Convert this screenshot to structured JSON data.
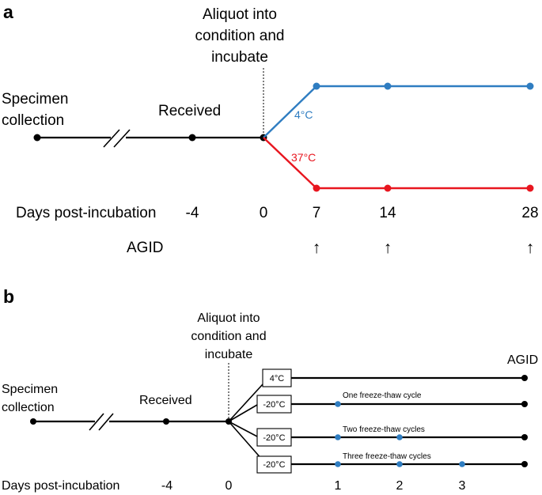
{
  "panel_a": {
    "label": "a",
    "aliquot_line1": "Aliquot into",
    "aliquot_line2": "condition and",
    "aliquot_line3": "incubate",
    "specimen_line1": "Specimen",
    "specimen_line2": "collection",
    "received": "Received",
    "temp_4": "4°C",
    "temp_37": "37°C",
    "axis_label": "Days post-incubation",
    "days": [
      "-4",
      "0",
      "7",
      "14",
      "28"
    ],
    "agid": "AGID",
    "arrow": "↑",
    "colors": {
      "cold": "#2f7dc1",
      "warm": "#e8161f"
    }
  },
  "panel_b": {
    "label": "b",
    "aliquot_line1": "Aliquot into",
    "aliquot_line2": "condition and",
    "aliquot_line3": "incubate",
    "specimen_line1": "Specimen",
    "specimen_line2": "collection",
    "received": "Received",
    "agid": "AGID",
    "conditions": [
      "4°C",
      "-20°C",
      "-20°C",
      "-20°C"
    ],
    "cycle_labels": [
      "One freeze-thaw cycle",
      "Two freeze-thaw cycles",
      "Three freeze-thaw cycles"
    ],
    "axis_label": "Days post-incubation",
    "days": [
      "-4",
      "0",
      "1",
      "2",
      "3"
    ]
  }
}
